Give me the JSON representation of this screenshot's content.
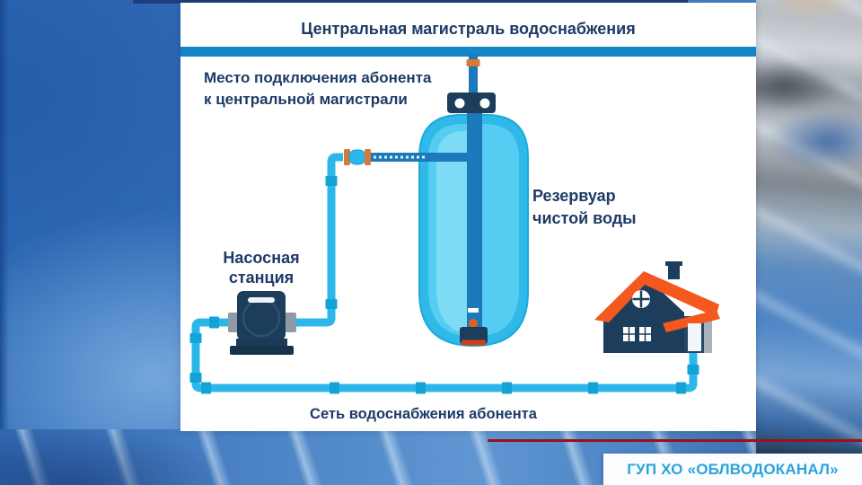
{
  "panel": {
    "main_line_label": "Центральная магистраль водоснабжения",
    "connection_label_line1": "Место подключения абонента",
    "connection_label_line2": "к центральной магистрали",
    "reservoir_label_line1": "Резервуар",
    "reservoir_label_line2": "чистой воды",
    "pump_label_line1": "Насосная",
    "pump_label_line2": "станция",
    "network_label": "Сеть водоснабжения абонента"
  },
  "branding": {
    "company_label": "ГУП ХО «ОБЛВОДОКАНАЛ»"
  },
  "colors": {
    "pipe_cyan": "#2bb7e9",
    "pipe_connector": "#14a3d6",
    "pipe_medium_blue": "#1c79ba",
    "main_band_blue": "#1486c8",
    "tank_cyan": "#2fb9e8",
    "tank_inner": "#55ccf2",
    "navy": "#1d3d5c",
    "label_navy": "#1e3a66",
    "fitting_orange": "#d6793a",
    "roof_orange": "#f4581f",
    "accent_red": "#9b1115",
    "logo_blue": "#2aa3dd"
  }
}
